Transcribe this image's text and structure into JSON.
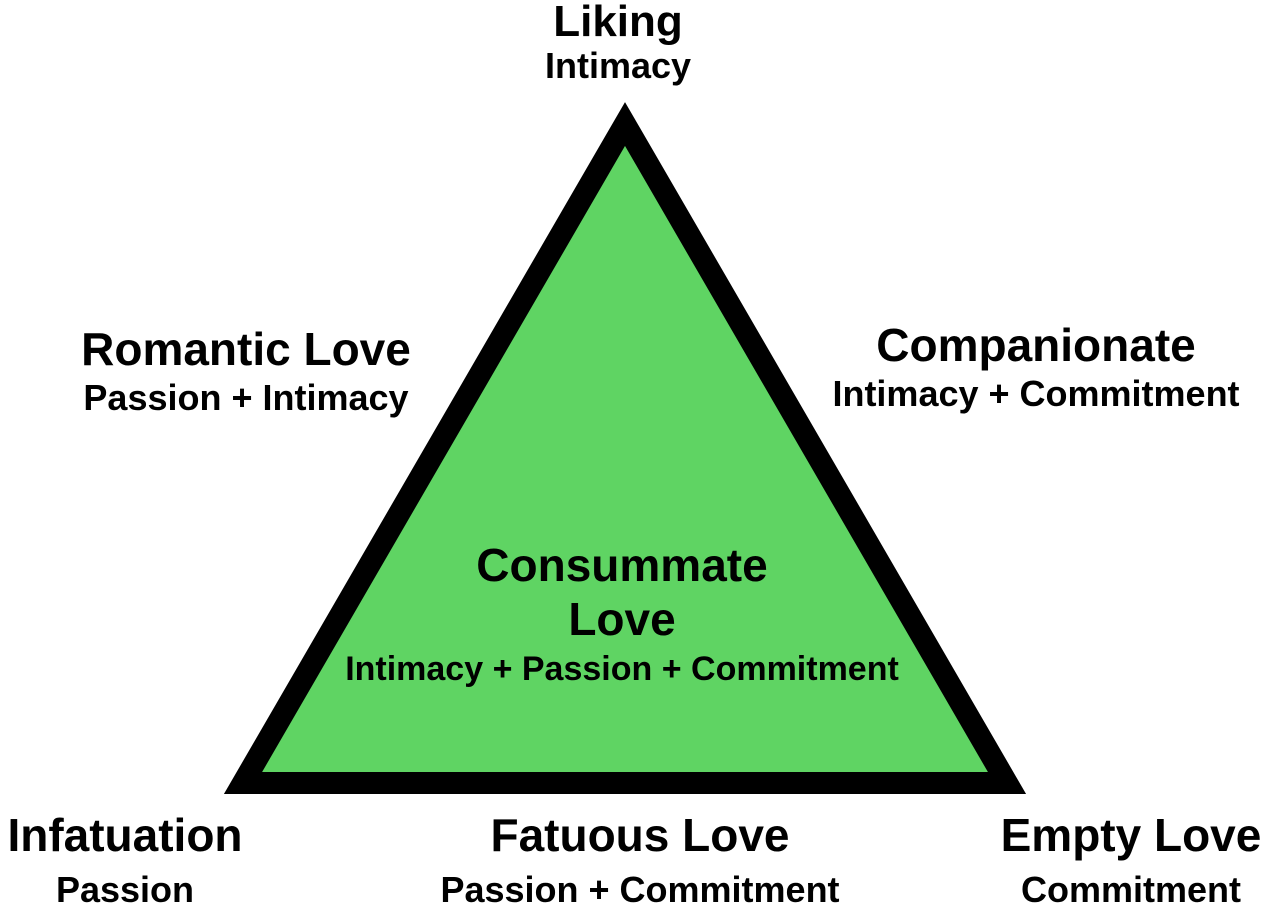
{
  "colors": {
    "triangle_fill": "#5fd463",
    "triangle_stroke": "#000000",
    "text": "#000000",
    "background": "#ffffff"
  },
  "vertices": {
    "top": {
      "title": "Liking",
      "subtitle": "Intimacy"
    },
    "bottom_left": {
      "title": "Infatuation",
      "subtitle": "Passion"
    },
    "bottom_right": {
      "title": "Empty Love",
      "subtitle": "Commitment"
    }
  },
  "sides": {
    "left": {
      "title": "Romantic Love",
      "subtitle": "Passion + Intimacy"
    },
    "right": {
      "title": "Companionate",
      "subtitle": "Intimacy + Commitment"
    },
    "bottom": {
      "title": "Fatuous Love",
      "subtitle": "Passion + Commitment"
    }
  },
  "center": {
    "title_line1": "Consummate",
    "title_line2": "Love",
    "subtitle": "Intimacy + Passion + Commitment"
  }
}
